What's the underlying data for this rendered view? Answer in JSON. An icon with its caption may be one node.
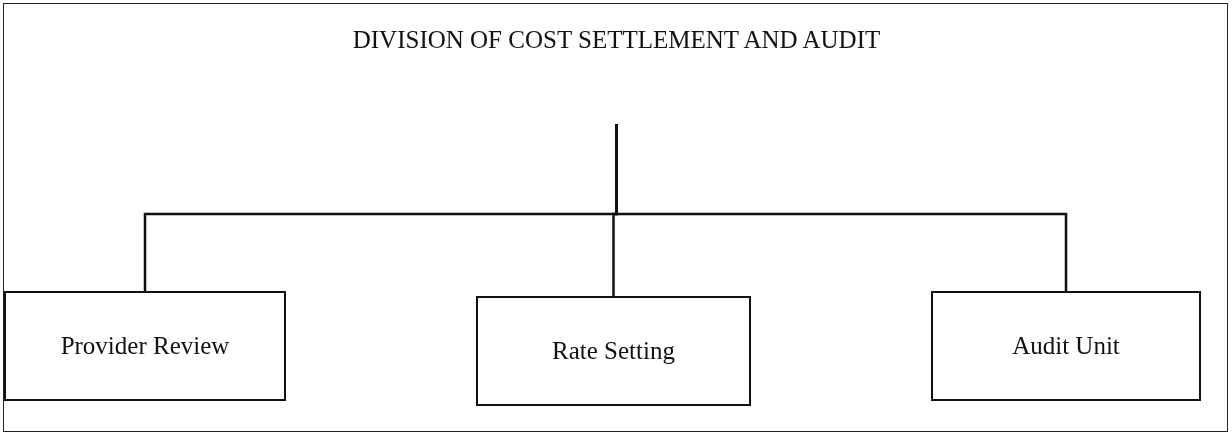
{
  "diagram": {
    "nodes": [
      {
        "text": [],
        "shape": "box"
      },
      {
        "text": [
          "DIVISION OF COST SETTLEMENT AND AUDIT"
        ],
        "in": 0
      },
      {
        "text": [
          "Provider Review"
        ],
        "in": 0
      },
      {
        "text": [
          "Rate Setting"
        ],
        "in": 0
      },
      {
        "text": [
          "Audit Unit"
        ],
        "in": 0
      }
    ],
    "edges": [
      {
        "from": 1,
        "to": 2,
        "arrow": "none"
      },
      {
        "from": 1,
        "to": 3,
        "arrow": "none"
      },
      {
        "from": 1,
        "to": 4,
        "arrow": "none"
      }
    ]
  }
}
